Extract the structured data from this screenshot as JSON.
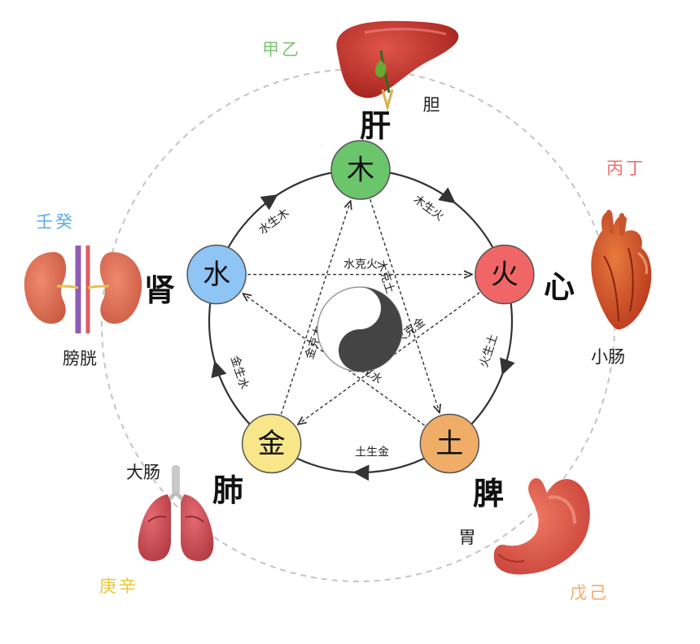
{
  "elements": [
    {
      "key": "wood",
      "char": "木",
      "color": "#6bc56b",
      "organ": "肝",
      "sub": "胆",
      "stem": "甲乙",
      "stem_color": "#7cc576"
    },
    {
      "key": "fire",
      "char": "火",
      "color": "#f06666",
      "organ": "心",
      "sub": "小肠",
      "stem": "丙丁",
      "stem_color": "#ef6f6f"
    },
    {
      "key": "earth",
      "char": "土",
      "color": "#f0ad68",
      "organ": "脾",
      "sub": "胃",
      "stem": "戊己",
      "stem_color": "#f0aa6b"
    },
    {
      "key": "metal",
      "char": "金",
      "color": "#f7e68a",
      "organ": "肺",
      "sub": "大肠",
      "stem": "庚辛",
      "stem_color": "#e9c836"
    },
    {
      "key": "water",
      "char": "水",
      "color": "#8ec5f5",
      "organ": "肾",
      "sub": "膀胱",
      "stem": "壬癸",
      "stem_color": "#5aaaf0"
    }
  ],
  "generating": [
    {
      "from": "wood",
      "to": "fire",
      "label": "木生火"
    },
    {
      "from": "fire",
      "to": "earth",
      "label": "火生土"
    },
    {
      "from": "earth",
      "to": "metal",
      "label": "土生金"
    },
    {
      "from": "metal",
      "to": "water",
      "label": "金生水"
    },
    {
      "from": "water",
      "to": "wood",
      "label": "水生木"
    }
  ],
  "controlling": [
    {
      "from": "water",
      "to": "fire",
      "label": "水克火"
    },
    {
      "from": "fire",
      "to": "metal",
      "label": "火克金"
    },
    {
      "from": "metal",
      "to": "wood",
      "label": "金克木"
    },
    {
      "from": "wood",
      "to": "earth",
      "label": "木克土"
    },
    {
      "from": "earth",
      "to": "water",
      "label": "土克水"
    }
  ],
  "icons": {
    "center": "yin-yang-icon",
    "wood": "liver-icon",
    "fire": "heart-icon",
    "earth": "stomach-icon",
    "metal": "lungs-icon",
    "water": "kidneys-icon"
  }
}
